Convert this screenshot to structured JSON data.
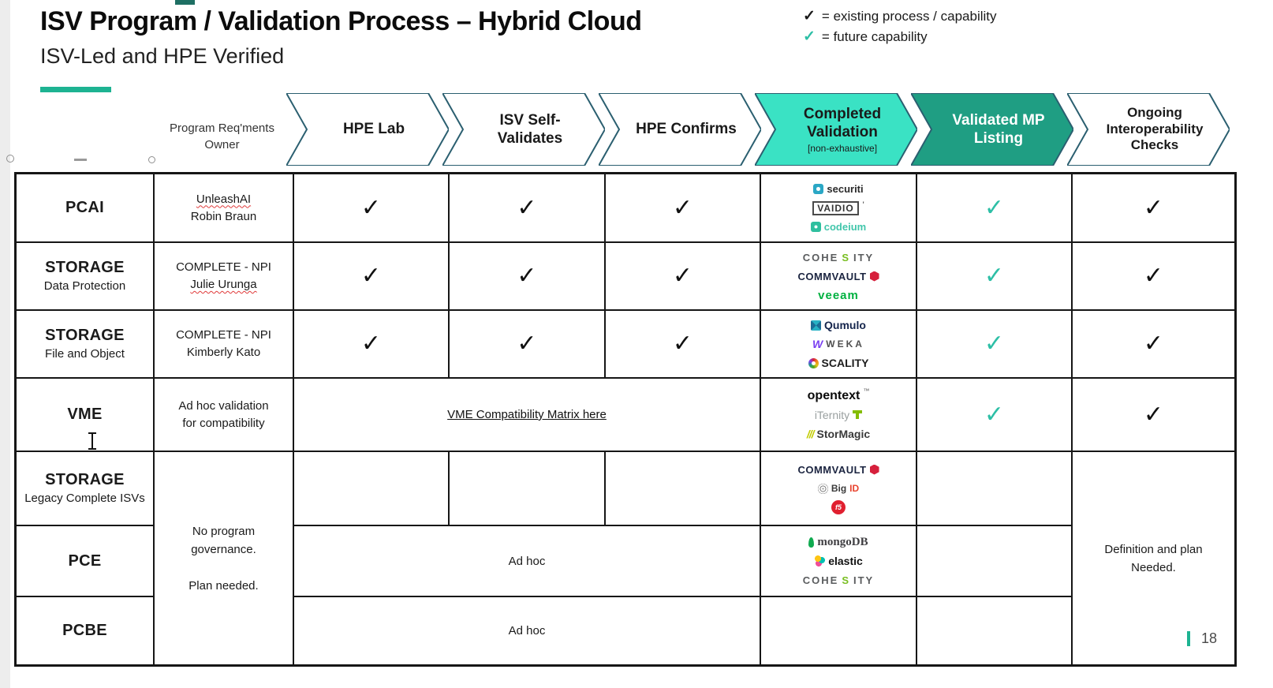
{
  "title": "ISV Program / Validation Process – Hybrid Cloud",
  "subtitle": "ISV-Led and HPE Verified",
  "legend": {
    "check_existing": "✓",
    "existing_label": "= existing process / capability",
    "check_future": "✓",
    "future_label": "= future capability"
  },
  "colors": {
    "accent_teal": "#1DB392",
    "chevron_stroke": "#2B5F70",
    "chevron_light_fill": "#3AE2C4",
    "chevron_dark_fill": "#1F9E83",
    "future_check": "#2DBFA6",
    "existing_check": "#111111"
  },
  "owner_header": {
    "line1": "Program Req'ments",
    "line2": "Owner"
  },
  "stages": [
    {
      "line1": "HPE Lab"
    },
    {
      "line1": "ISV Self-",
      "line2": "Validates"
    },
    {
      "line1": "HPE Confirms"
    },
    {
      "line1": "Completed",
      "line2": "Validation",
      "note": "[non-exhaustive]"
    },
    {
      "line1": "Validated MP",
      "line2": "Listing"
    },
    {
      "line1": "Ongoing",
      "line2": "Interoperability",
      "line3": "Checks"
    }
  ],
  "check": "✓",
  "rows": [
    {
      "category": "PCAI",
      "owner1": "UnleashAI",
      "owner2": "Robin Braun"
    },
    {
      "category": "STORAGE",
      "sub": "Data Protection",
      "owner1": "COMPLETE - NPI",
      "owner2": "Julie Urunga"
    },
    {
      "category": "STORAGE",
      "sub": "File and Object",
      "owner1": "COMPLETE - NPI",
      "owner2": "Kimberly Kato"
    },
    {
      "category": "VME",
      "owner1": "Ad hoc validation",
      "owner2": "for compatibility",
      "link": "VME Compatibility Matrix here"
    },
    {
      "category": "STORAGE",
      "sub": "Legacy Complete ISVs"
    },
    {
      "category": "PCE"
    },
    {
      "category": "PCBE"
    }
  ],
  "merged": {
    "no_governance1": "No program",
    "no_governance2": "governance.",
    "no_governance3": "Plan needed.",
    "adhoc": "Ad hoc",
    "definition1": "Definition and plan",
    "definition2": "Needed."
  },
  "logos": {
    "securiti": {
      "text": "securiti"
    },
    "vaidio": {
      "text": "VAIDIO",
      "tick": "'"
    },
    "codeium": {
      "text": "codeium"
    },
    "cohesity": {
      "p1": "COHE",
      "p2": "S",
      "p3": "ITY"
    },
    "commvault": {
      "text": "COMMVAULT"
    },
    "veeam": {
      "text": "veeam"
    },
    "qumulo": {
      "text": "Qumulo"
    },
    "weka": {
      "icon": "W",
      "text": "WEKA"
    },
    "scality": {
      "text": "SCALITY"
    },
    "opentext": {
      "text": "opentext",
      "tm": "™"
    },
    "iternity": {
      "text": "iTernity"
    },
    "stormagic": {
      "slashes": "///",
      "text": "StorMagic"
    },
    "bigid": {
      "p1": "Big",
      "p2": "ID"
    },
    "f5": {
      "text": "f5"
    },
    "mongodb": {
      "text": "mongoDB"
    },
    "elastic": {
      "text": "elastic"
    }
  },
  "page_number": "18"
}
